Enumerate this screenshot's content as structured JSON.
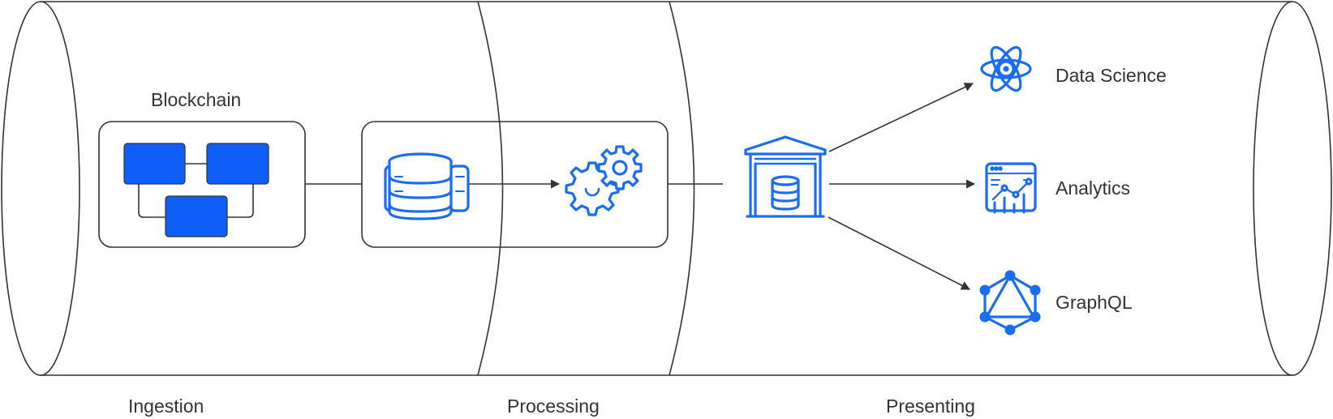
{
  "stages": {
    "ingestion": "Ingestion",
    "processing": "Processing",
    "presenting": "Presenting"
  },
  "blockchain": {
    "title": "Blockchain"
  },
  "outputs": [
    {
      "label": "Data Science",
      "icon": "atom-icon"
    },
    {
      "label": "Analytics",
      "icon": "analytics-dashboard-icon"
    },
    {
      "label": "GraphQL",
      "icon": "graphql-icon"
    }
  ],
  "nodes": {
    "database_icon": "database-stack-icon",
    "processing_icon": "gears-icon",
    "warehouse_icon": "data-warehouse-icon"
  },
  "colors": {
    "accent": "#1a6cf0",
    "block_fill": "#0f5ef7",
    "stroke": "#333333",
    "text": "#333333"
  }
}
